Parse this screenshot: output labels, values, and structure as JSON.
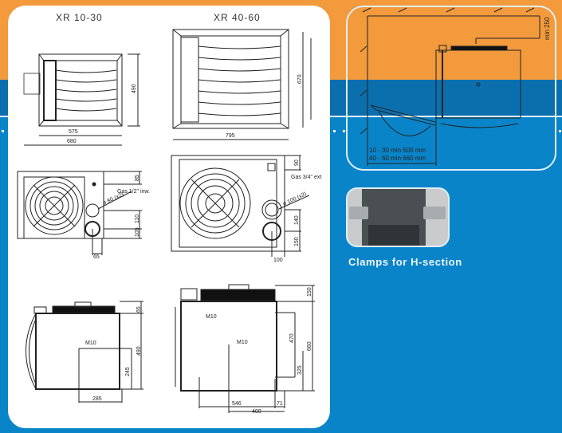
{
  "page": {
    "background": {
      "top_color": "#f29a3c",
      "bottom_color": "#0a84c8",
      "band_color": "#0b6fae"
    }
  },
  "models": [
    {
      "name": "XR 10-30"
    },
    {
      "name": "XR 40-60"
    }
  ],
  "front_view": {
    "xr1030": {
      "height": "490",
      "inner_width": "575",
      "outer_width": "680"
    },
    "xr4060": {
      "height": "670",
      "width": "795"
    }
  },
  "side_view": {
    "xr1030": {
      "top_offset": "85",
      "gas_label": "Gas 1/2\" inw.",
      "pipe_label": "ø 80 (x2)",
      "pipe_spacing": "110",
      "bottom_offset": "105",
      "pipe_depth": "65"
    },
    "xr4060": {
      "top_offset": "90",
      "gas_label": "Gas 3/4\" ext",
      "pipe_label": "ø 100 (x2)",
      "pipe_spacing": "140",
      "bottom_offset": "150",
      "pipe_depth": "100"
    }
  },
  "top_view": {
    "xr1030": {
      "mount_label": "M10",
      "top_height": "65",
      "total_height": "490",
      "mount_height": "245",
      "mount_width": "285"
    },
    "xr4060": {
      "mount_label_1": "M10",
      "mount_label_2": "M10",
      "top_height": "150",
      "total_height": "660",
      "hole_spacing_v": "470",
      "mount_height": "325",
      "hole_spacing_h": "546",
      "edge_offset": "71",
      "mount_width": "400"
    }
  },
  "installation": {
    "clearance_top": "min 250",
    "clearance_lines": [
      "10 - 30 min 500 mm",
      "40 - 60 min 660 mm"
    ]
  },
  "accessory": {
    "caption": "Clamps for H-section"
  }
}
